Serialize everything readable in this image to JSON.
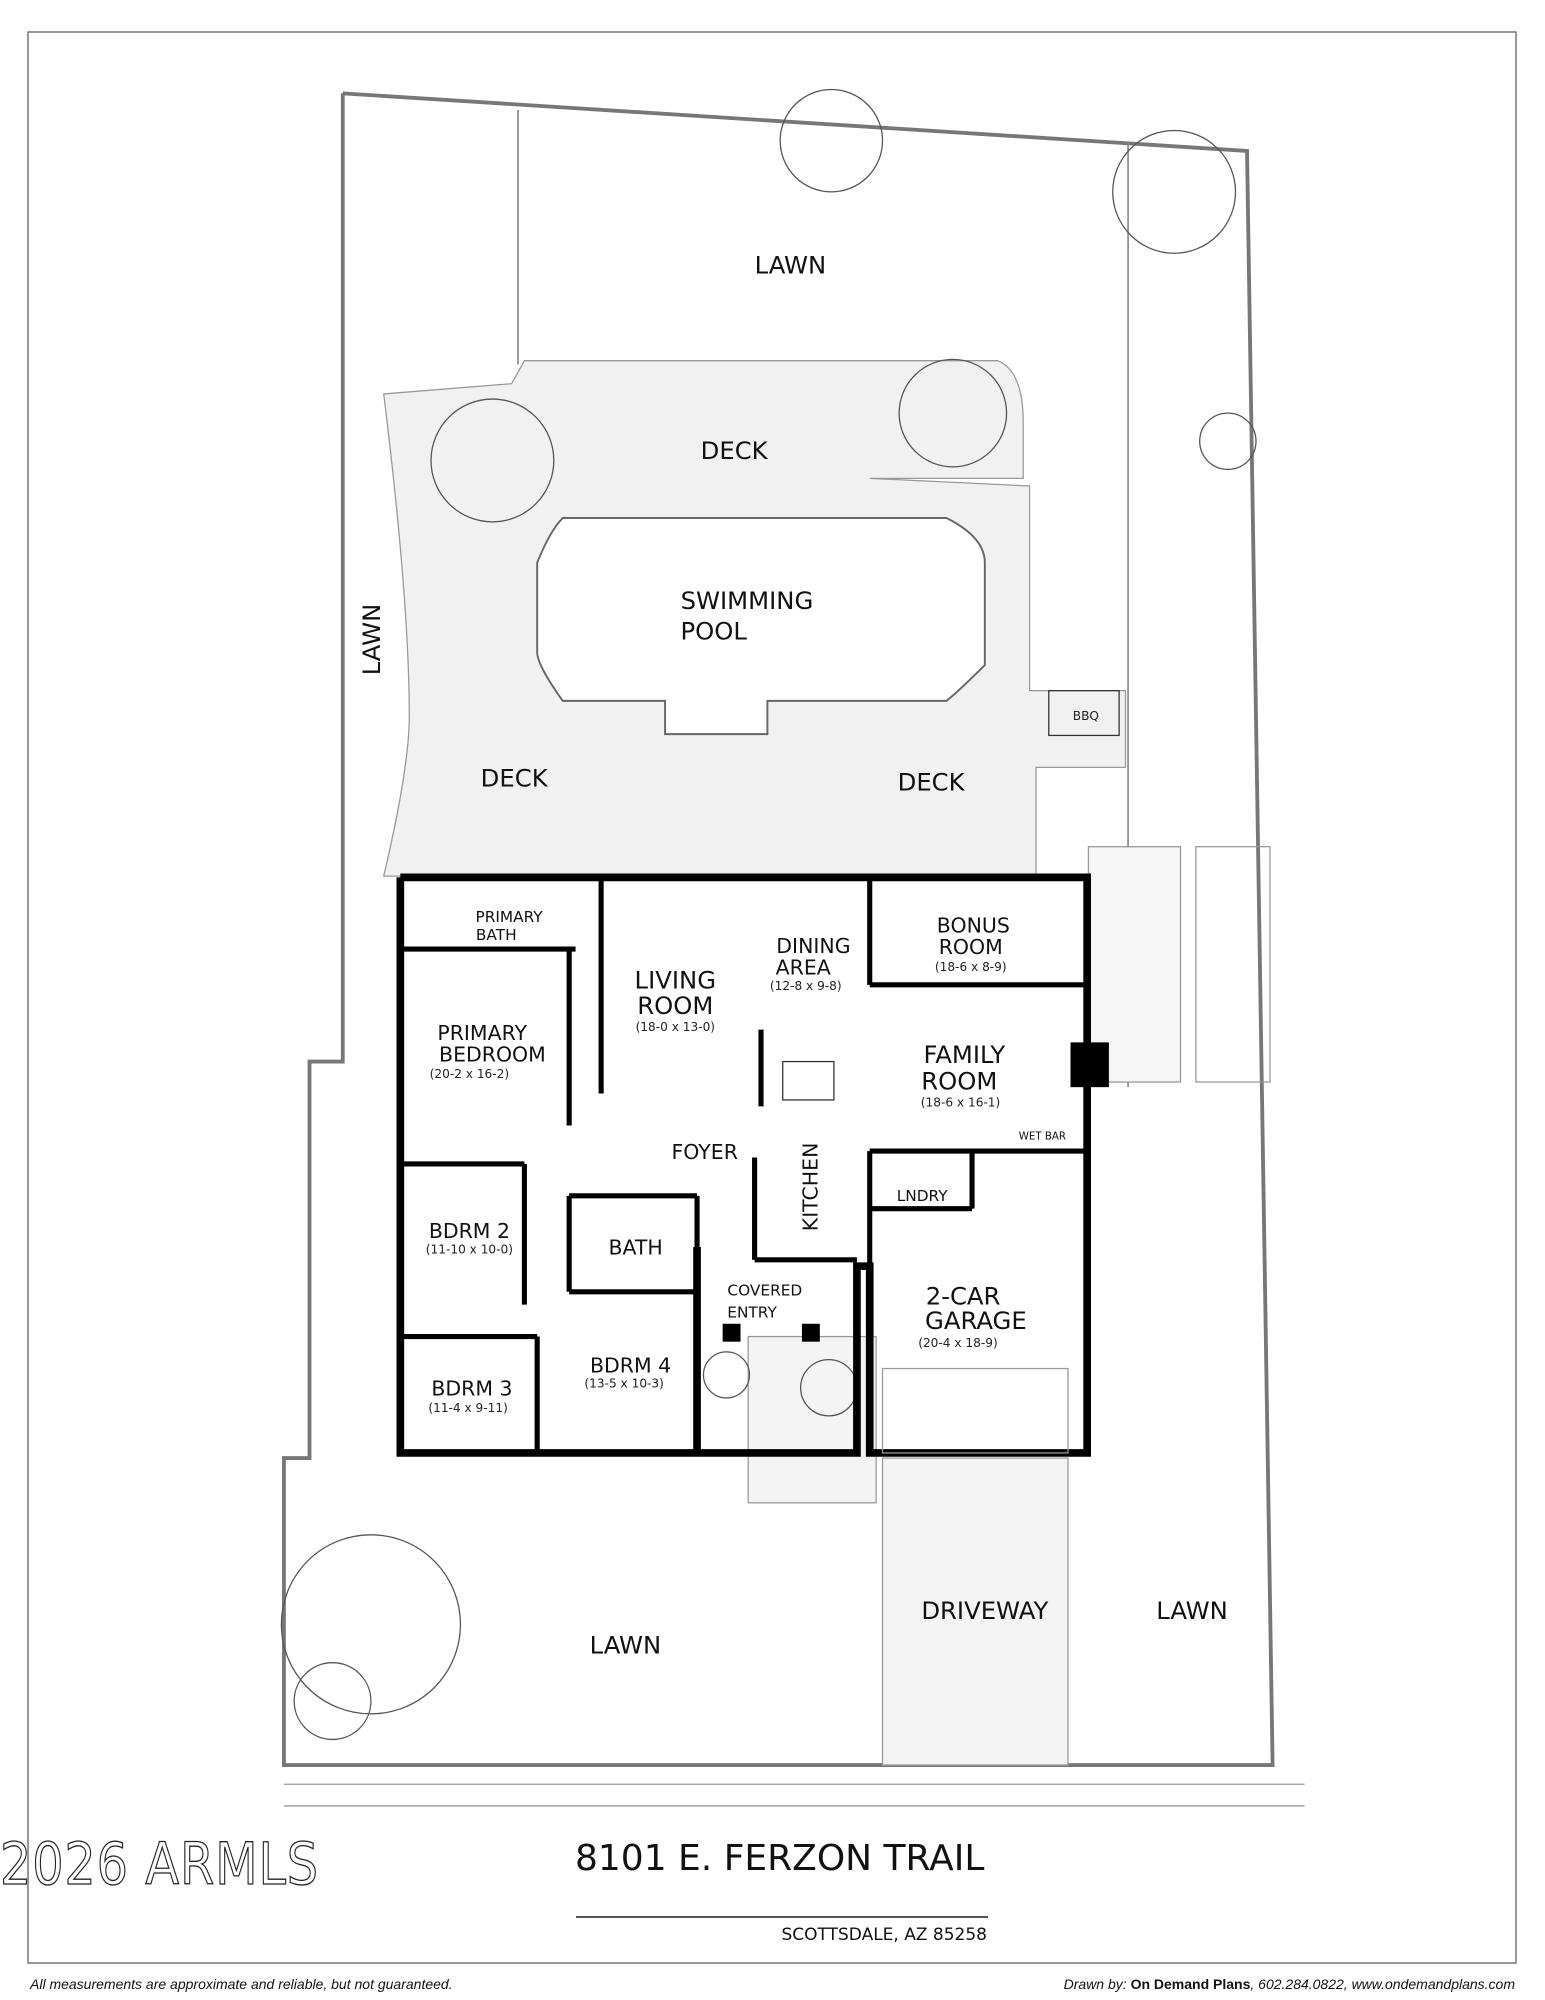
{
  "site": {
    "lawn_back": "LAWN",
    "deck_top": "DECK",
    "pool_line1": "SWIMMING",
    "pool_line2": "POOL",
    "lawn_side": "LAWN",
    "deck_left": "DECK",
    "deck_right": "DECK",
    "bbq": "BBQ",
    "lawn_front": "LAWN",
    "driveway": "DRIVEWAY",
    "lawn_front_right": "LAWN"
  },
  "rooms": {
    "primary_bath": {
      "line1": "PRIMARY",
      "line2": "BATH"
    },
    "living_room": {
      "line1": "LIVING",
      "line2": "ROOM",
      "dims": "(18-0 x 13-0)"
    },
    "dining_area": {
      "line1": "DINING",
      "line2": "AREA",
      "dims": "(12-8 x 9-8)"
    },
    "bonus_room": {
      "line1": "BONUS",
      "line2": "ROOM",
      "dims": "(18-6 x 8-9)"
    },
    "family_room": {
      "line1": "FAMILY",
      "line2": "ROOM",
      "dims": "(18-6 x 16-1)"
    },
    "wet_bar": "WET BAR",
    "primary_bedroom": {
      "line1": "PRIMARY",
      "line2": "BEDROOM",
      "dims": "(20-2 x 16-2)"
    },
    "foyer": "FOYER",
    "kitchen": "KITCHEN",
    "laundry": "LNDRY",
    "bdrm2": {
      "line1": "BDRM 2",
      "dims": "(11-10 x 10-0)"
    },
    "bath": "BATH",
    "covered_entry": {
      "line1": "COVERED",
      "line2": "ENTRY"
    },
    "garage": {
      "line1": "2-CAR",
      "line2": "GARAGE",
      "dims": "(20-4 x 18-9)"
    },
    "bdrm3": {
      "line1": "BDRM 3",
      "dims": "(11-4 x 9-11)"
    },
    "bdrm4": {
      "line1": "BDRM 4",
      "dims": "(13-5 x 10-3)"
    }
  },
  "title_block": {
    "address": "8101 E. FERZON TRAIL",
    "city": "SCOTTSDALE, AZ 85258",
    "watermark": "2026 ARMLS"
  },
  "footer": {
    "disclaimer": "All measurements are approximate and reliable, but not guaranteed.",
    "drawn_by_label": "Drawn by:",
    "drawn_by_company": "On Demand Plans",
    "drawn_by_contact": ", 602.284.0822, www.ondemandplans.com"
  }
}
